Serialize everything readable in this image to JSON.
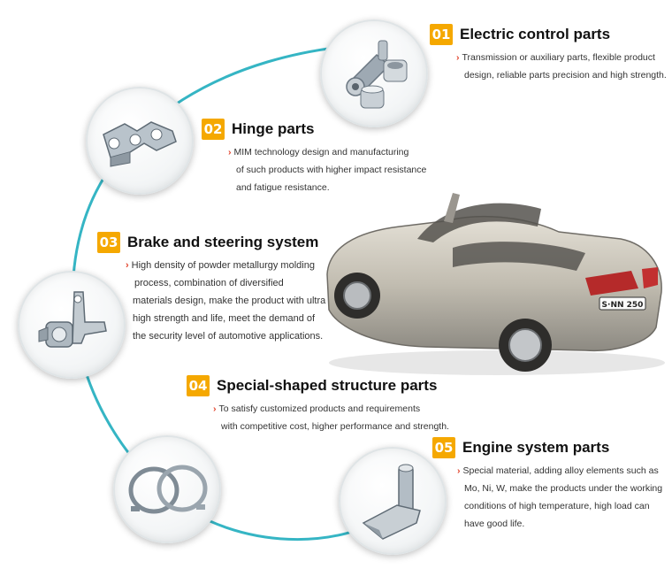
{
  "colors": {
    "badge": "#f5a800",
    "arrow": "#e3452e",
    "arc": "#35b5c4"
  },
  "sections": [
    {
      "number": "01",
      "title": "Electric control parts",
      "lines": [
        "Transmission or auxiliary parts, flexible product",
        "design, reliable parts precision and high strength."
      ]
    },
    {
      "number": "02",
      "title": "Hinge parts",
      "lines": [
        "MIM technology design and manufacturing",
        "of such products with higher impact resistance",
        "and fatigue resistance."
      ]
    },
    {
      "number": "03",
      "title": "Brake and steering system",
      "lines": [
        "High density of powder metallurgy molding",
        "process, combination of diversified",
        "materials design, make the product with ultra",
        "high strength and life, meet the demand of",
        "the security level of automotive applications."
      ]
    },
    {
      "number": "04",
      "title": "Special-shaped structure parts",
      "lines": [
        "To satisfy customized products and requirements",
        "with competitive cost, higher performance and strength."
      ]
    },
    {
      "number": "05",
      "title": "Engine system parts",
      "lines": [
        "Special material, adding alloy elements such as",
        "Mo, Ni, W, make the products under the working",
        "conditions of high temperature, high load can",
        "have good life."
      ]
    }
  ],
  "car": {
    "plate": "S·NN 250"
  },
  "icons": [
    "electric-part-icon",
    "hinge-part-icon",
    "brake-part-icon",
    "ring-part-icon",
    "engine-part-icon",
    "convertible-car-image"
  ]
}
